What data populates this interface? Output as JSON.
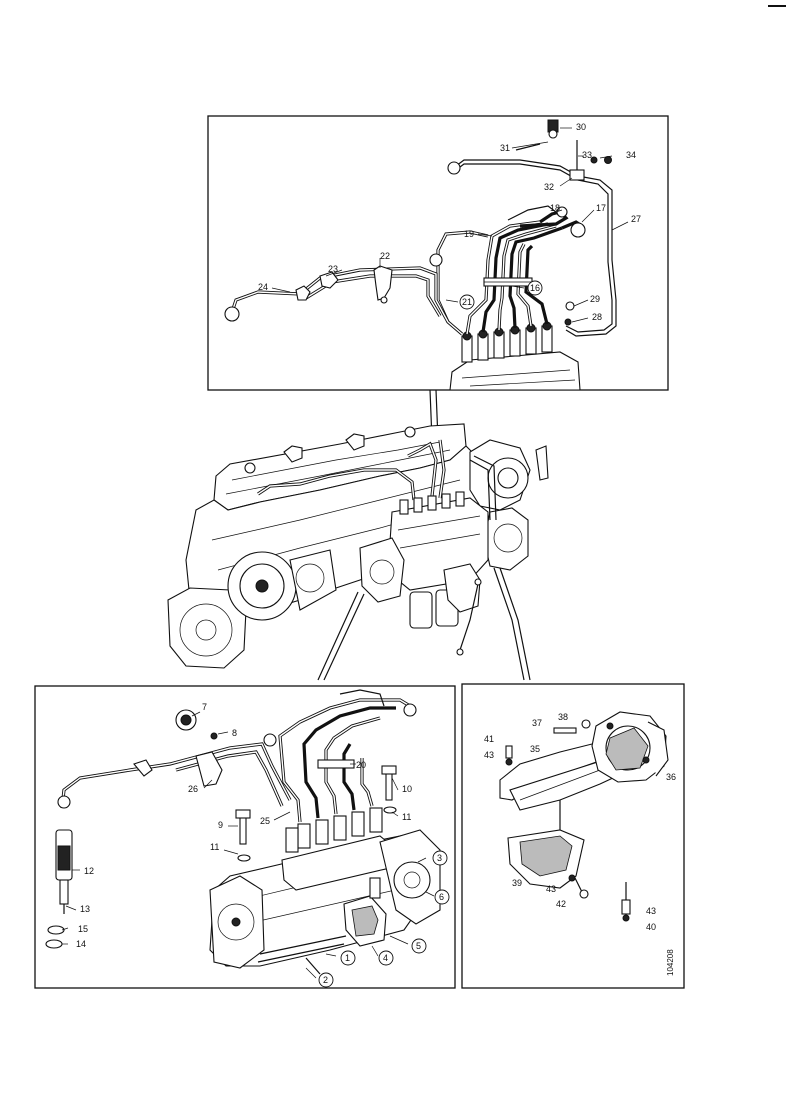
{
  "callouts": [
    {
      "id": "c30",
      "text": "30"
    },
    {
      "id": "c31",
      "text": "31"
    },
    {
      "id": "c33",
      "text": "33"
    },
    {
      "id": "c34",
      "text": "34"
    },
    {
      "id": "c32",
      "text": "32"
    },
    {
      "id": "c18",
      "text": "18"
    },
    {
      "id": "c17",
      "text": "17"
    },
    {
      "id": "c27",
      "text": "27"
    },
    {
      "id": "c19",
      "text": "19"
    },
    {
      "id": "c22",
      "text": "22"
    },
    {
      "id": "c23",
      "text": "23"
    },
    {
      "id": "c24",
      "text": "24"
    },
    {
      "id": "c21",
      "text": "21"
    },
    {
      "id": "c16",
      "text": "16"
    },
    {
      "id": "c29",
      "text": "29"
    },
    {
      "id": "c28",
      "text": "28"
    },
    {
      "id": "c7",
      "text": "7"
    },
    {
      "id": "c8",
      "text": "8"
    },
    {
      "id": "c20",
      "text": "20"
    },
    {
      "id": "c26",
      "text": "26"
    },
    {
      "id": "c10",
      "text": "10"
    },
    {
      "id": "c9",
      "text": "9"
    },
    {
      "id": "c25",
      "text": "25"
    },
    {
      "id": "c11a",
      "text": "11"
    },
    {
      "id": "c11b",
      "text": "11"
    },
    {
      "id": "c12",
      "text": "12"
    },
    {
      "id": "c3",
      "text": "3"
    },
    {
      "id": "c6",
      "text": "6"
    },
    {
      "id": "c13",
      "text": "13"
    },
    {
      "id": "c15",
      "text": "15"
    },
    {
      "id": "c14",
      "text": "14"
    },
    {
      "id": "c5",
      "text": "5"
    },
    {
      "id": "c4",
      "text": "4"
    },
    {
      "id": "c1",
      "text": "1"
    },
    {
      "id": "c2",
      "text": "2"
    },
    {
      "id": "c37",
      "text": "37"
    },
    {
      "id": "c38",
      "text": "38"
    },
    {
      "id": "c41",
      "text": "41"
    },
    {
      "id": "c35",
      "text": "35"
    },
    {
      "id": "c43a",
      "text": "43"
    },
    {
      "id": "c36",
      "text": "36"
    },
    {
      "id": "c39",
      "text": "39"
    },
    {
      "id": "c43b",
      "text": "43"
    },
    {
      "id": "c42",
      "text": "42"
    },
    {
      "id": "c43c",
      "text": "43"
    },
    {
      "id": "c40",
      "text": "40"
    }
  ],
  "figure_code": "104208"
}
